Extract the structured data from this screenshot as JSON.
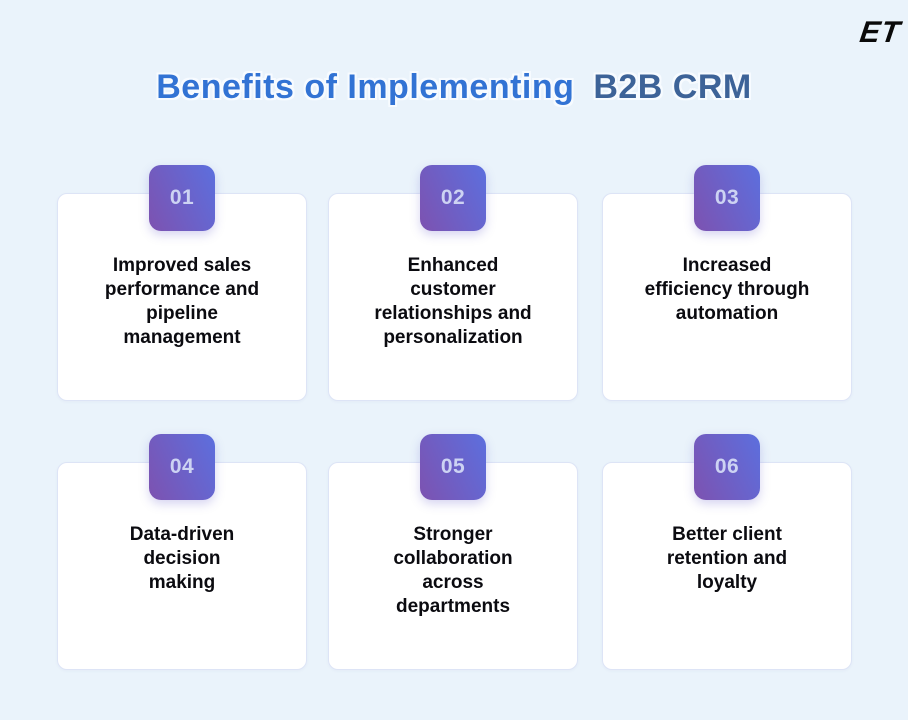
{
  "page": {
    "logo": "ET",
    "title": {
      "part1": "Benefits of Implementing",
      "part2": "B2B CRM"
    }
  },
  "cards": [
    {
      "number": "01",
      "text": "Improved sales\nperformance and\npipeline\nmanagement"
    },
    {
      "number": "02",
      "text": "Enhanced\ncustomer\nrelationships and\npersonalization"
    },
    {
      "number": "03",
      "text": "Increased\nefficiency through\nautomation"
    },
    {
      "number": "04",
      "text": "Data-driven\ndecision\nmaking"
    },
    {
      "number": "05",
      "text": "Stronger\ncollaboration\nacross\ndepartments"
    },
    {
      "number": "06",
      "text": "Better client\nretention and\nloyalty"
    }
  ],
  "colors": {
    "background": "#eaf3fb",
    "title_part1": "#3273d4",
    "title_part2": "#3d6398",
    "badge_gradient_start": "#7d52b0",
    "badge_gradient_end": "#5c6fde",
    "badge_number": "#cdd3f3",
    "card_background": "#ffffff",
    "card_border": "#dde4f6",
    "card_text": "#0b0b10",
    "logo_color": "#0a0a0a"
  }
}
